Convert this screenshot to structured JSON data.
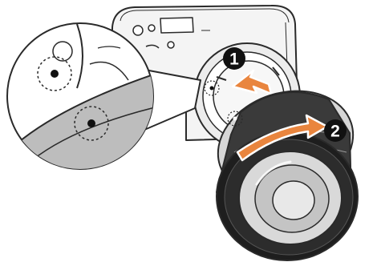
{
  "colors": {
    "background": "#ffffff",
    "outline": "#2a2a2a",
    "camera_body": "#f4f4f4",
    "lens_barrel": "#3a3a3a",
    "lens_ring": "#1e1e1e",
    "glass": "#d9d9d9",
    "arrow_fill": "#e9853e",
    "arrow_stroke": "#ffffff",
    "callout_gray": "#bdbdbd",
    "mount_dot": "#111111",
    "badge": "#111111"
  },
  "steps": [
    {
      "number": "1",
      "action": "align-and-insert",
      "arrow_icon": "arrow-insert-icon"
    },
    {
      "number": "2",
      "action": "rotate-clockwise",
      "arrow_icon": "arrow-rotate-icon"
    }
  ],
  "callout": {
    "shape": "circle",
    "detail": "mounting-marks-alignment",
    "markers": [
      "mount-dot-marker-camera",
      "mount-dot-marker-lens"
    ]
  },
  "icons": [
    "camera-body-icon",
    "lens-icon",
    "magnifier-callout-icon"
  ]
}
